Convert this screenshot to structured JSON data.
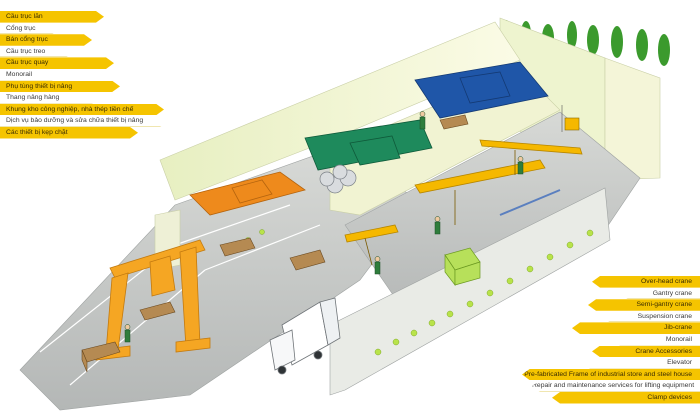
{
  "labels_vi": [
    {
      "text": "Cầu trục lăn",
      "style": "yellow"
    },
    {
      "text": "Cổng trục",
      "style": "white"
    },
    {
      "text": "Bán cổng trục",
      "style": "yellow"
    },
    {
      "text": "Cầu trục treo",
      "style": "white"
    },
    {
      "text": "Cầu trục quay",
      "style": "yellow"
    },
    {
      "text": "Monorail",
      "style": "white"
    },
    {
      "text": "Phụ tùng thiết bị nâng",
      "style": "yellow"
    },
    {
      "text": "Thang nâng hàng",
      "style": "white"
    },
    {
      "text": "Khung kho công nghiệp, nhà thép tiền chế",
      "style": "yellow"
    },
    {
      "text": "Dịch vụ bảo dưỡng và sửa chữa thiết bị nâng",
      "style": "white"
    },
    {
      "text": "Các thiết bị kẹp chặt",
      "style": "yellow"
    }
  ],
  "labels_en": [
    {
      "text": "Over-head crane",
      "style": "yellow"
    },
    {
      "text": "Gantry crane",
      "style": "white"
    },
    {
      "text": "Semi-gantry crane",
      "style": "yellow"
    },
    {
      "text": "Suspension crane",
      "style": "white"
    },
    {
      "text": "Jib-crane",
      "style": "yellow"
    },
    {
      "text": "Monorail",
      "style": "white"
    },
    {
      "text": "Crane Accessories",
      "style": "yellow"
    },
    {
      "text": "Elevator",
      "style": "white"
    },
    {
      "text": "Pre-fabricated Frame of industrial store and steel house",
      "style": "yellow"
    },
    {
      "text": "Repair and maintenance services for lifting equipment",
      "style": "white"
    },
    {
      "text": "Clamp devices",
      "style": "yellow"
    }
  ],
  "colors": {
    "crane_yellow": "#f5b800",
    "gantry_orange": "#f5a623",
    "overhead_blue": "#1f56a8",
    "overhead_green": "#1e8a5c",
    "wall_cream": "#fbfbe0",
    "floor_gray": "#c8cbcc",
    "crane_orange": "#ee8a1c"
  }
}
